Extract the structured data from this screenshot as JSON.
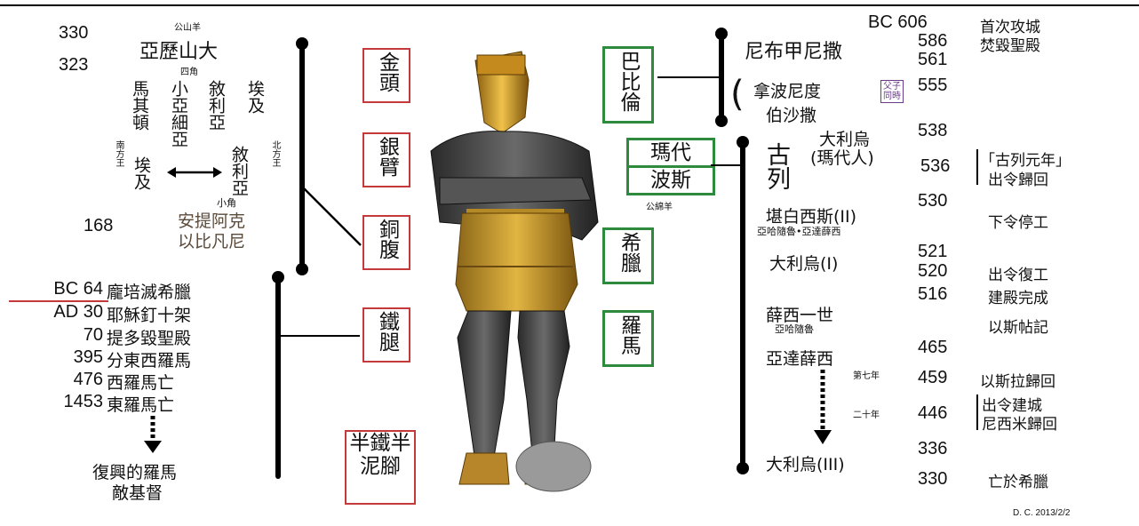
{
  "left": {
    "y330": "330",
    "y330_note": "公山羊",
    "alexander": "亞歷山大",
    "y323": "323",
    "y323_note": "四角",
    "kings": [
      "馬其頓",
      "小亞細亞",
      "敘利亞",
      "埃及"
    ],
    "south_note": "南方王",
    "south": "埃及",
    "north_note": "北方王",
    "north": "敘利亞",
    "horn_note": "小角",
    "y168": "168",
    "antiochus": "安提阿克",
    "epiphanes": "以比凡尼"
  },
  "rome": [
    {
      "year": "BC 64",
      "event": "龐培滅希臘"
    },
    {
      "year": "AD 30",
      "event": "耶穌釘十架"
    },
    {
      "year": "70",
      "event": "提多毀聖殿"
    },
    {
      "year": "395",
      "event": "分東西羅馬"
    },
    {
      "year": "476",
      "event": "西羅馬亡"
    },
    {
      "year": "1453",
      "event": "東羅馬亡"
    }
  ],
  "revived": [
    "復興的羅馬",
    "敵基督"
  ],
  "statue": {
    "gold": "金頭",
    "silver": "銀臂",
    "bronze": "銅腹",
    "iron": "鐵腿",
    "feet": "半鐵半泥腳",
    "babylon": "巴比倫",
    "medes": "瑪代",
    "persia": "波斯",
    "ram_note": "公綿羊",
    "greece": "希臘",
    "rome": "羅馬"
  },
  "babylon_side": {
    "nebuchadnezzar": "尼布甲尼撒",
    "nabonidus": "拿波尼度",
    "belshazzar": "伯沙撒",
    "cobox": "父子同時"
  },
  "persia_side": {
    "darius_mede": "大利烏",
    "darius_mede2": "(瑪代人)",
    "cyrus": "古列",
    "cambyses": "堪白西斯(II)",
    "prophets1": "亞哈隨魯•亞達薛西",
    "darius1": "大利烏(I)",
    "xerxes": "薛西一世",
    "xerxes_note": "亞哈隨魯",
    "artaxerxes": "亞達薛西",
    "year7": "第七年",
    "year20": "二十年",
    "darius3": "大利烏(III)"
  },
  "timeline": [
    {
      "year": "BC 606",
      "event": "首次攻城"
    },
    {
      "year": "586",
      "event": "焚毀聖殿"
    },
    {
      "year": "561",
      "event": ""
    },
    {
      "year": "555",
      "event": ""
    },
    {
      "year": "538",
      "event": ""
    },
    {
      "year": "536",
      "event": "「古列元年」"
    },
    {
      "year": "",
      "event": "出令歸回"
    },
    {
      "year": "530",
      "event": ""
    },
    {
      "year": "",
      "event": "下令停工"
    },
    {
      "year": "521",
      "event": ""
    },
    {
      "year": "520",
      "event": "出令復工"
    },
    {
      "year": "516",
      "event": "建殿完成"
    },
    {
      "year": "",
      "event": "以斯帖記"
    },
    {
      "year": "465",
      "event": ""
    },
    {
      "year": "459",
      "event": "以斯拉歸回"
    },
    {
      "year": "446",
      "event": "出令建城"
    },
    {
      "year": "",
      "event": "尼西米歸回"
    },
    {
      "year": "336",
      "event": ""
    },
    {
      "year": "330",
      "event": "亡於希臘"
    }
  ],
  "credit": "D. C. 2013/2/2",
  "colors": {
    "red_box": "#c43a3a",
    "green_box": "#2e8b3d",
    "gold": "#c99a2a",
    "bronze": "#3a3a3a"
  }
}
